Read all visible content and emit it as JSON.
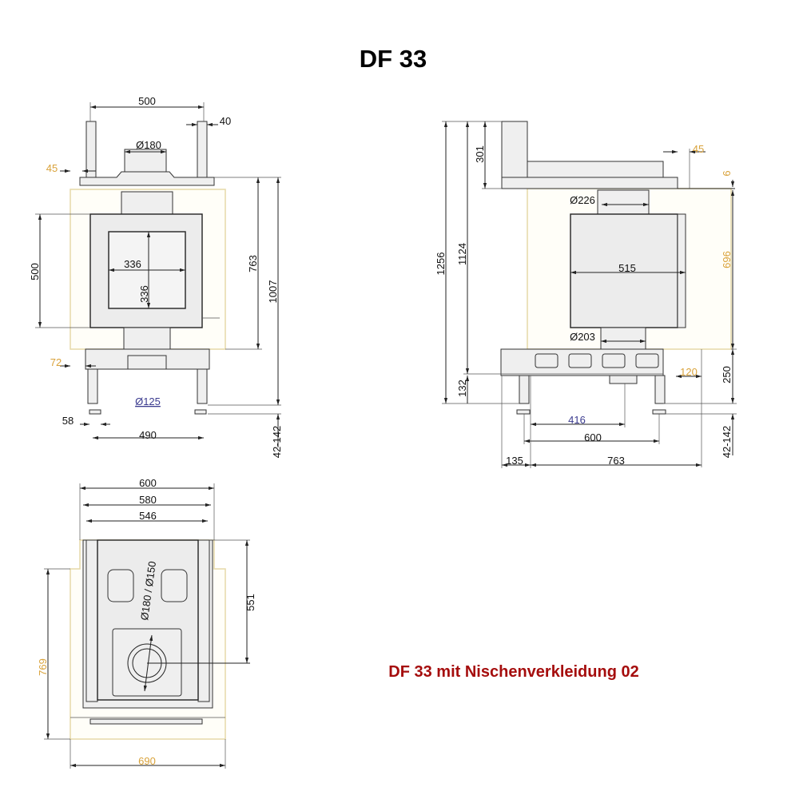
{
  "title": "DF 33",
  "caption": "DF 33 mit Nischenverkleidung 02",
  "colors": {
    "line": "#222222",
    "cladding": "#e6d9a8",
    "orange_dim": "#d9a23a",
    "blue_dim": "#3b3b8f",
    "caption": "#a50d0d"
  },
  "front_view": {
    "width_top": "500",
    "post": "40",
    "flue_top": "Ø180",
    "offset_left": "45",
    "window_w": "336",
    "window_h": "336",
    "height_body": "500",
    "height_763": "763",
    "height_1007": "1007",
    "base_offset": "72",
    "flue_bottom": "Ø125",
    "foot": "58",
    "leg_spacing": "490",
    "adjust": "42-142"
  },
  "side_view": {
    "h1256": "1256",
    "h1124": "1124",
    "h301": "301",
    "off45": "45",
    "off6": "6",
    "flue_top": "Ø226",
    "depth_515": "515",
    "h696": "696",
    "flue_bottom": "Ø203",
    "h250": "250",
    "w120": "120",
    "h132": "132",
    "w416": "416",
    "w600": "600",
    "w135": "135",
    "w763": "763",
    "adjust": "42-142"
  },
  "top_view": {
    "w600": "600",
    "w580": "580",
    "w546": "546",
    "flue": "Ø180 / Ø150",
    "d551": "551",
    "d769": "769",
    "w690": "690"
  }
}
